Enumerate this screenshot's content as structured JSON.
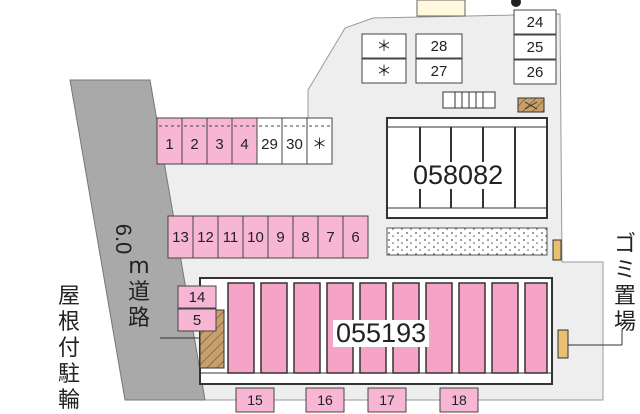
{
  "colors": {
    "road": "#a9a9a9",
    "lot": "#eeeeee",
    "pink": "#f7b6d3",
    "building_pink": "#f5a4c8",
    "outline": "#333333",
    "hatch": "#c8a06b"
  },
  "road": {
    "label_number": "6.0",
    "label_text": "m道路"
  },
  "roofed_parking": {
    "label": "屋根付駐輪"
  },
  "garbage": {
    "label": "ゴミ置場"
  },
  "buildings": [
    {
      "id": "north",
      "name": "058082"
    },
    {
      "id": "south",
      "name": "055193"
    }
  ],
  "parking_top_row": [
    "1",
    "2",
    "3",
    "4",
    "29",
    "30",
    "＊"
  ],
  "parking_middle_row": [
    "13",
    "12",
    "11",
    "10",
    "9",
    "8",
    "7",
    "6"
  ],
  "parking_small_stack": [
    "14",
    "5"
  ],
  "parking_center_left": [
    "＊",
    "＊"
  ],
  "parking_center_right": [
    "28",
    "27"
  ],
  "parking_right": [
    "24",
    "25",
    "26"
  ],
  "parking_bottom_partial": [
    "15",
    "16",
    "17",
    "18"
  ]
}
